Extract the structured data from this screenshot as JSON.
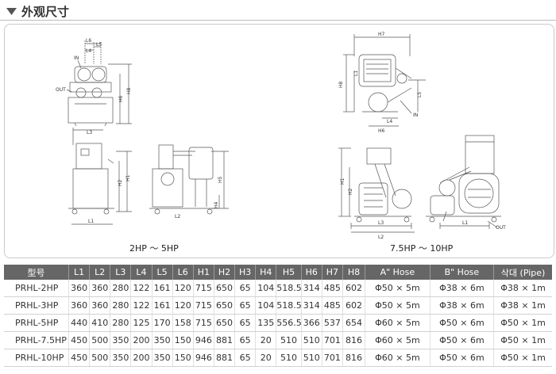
{
  "header": {
    "title": "外观尺寸"
  },
  "figure": {
    "left_caption": "2HP ～ 5HP",
    "right_caption": "7.5HP ～ 10HP",
    "labels": {
      "L6": "L6",
      "L4": "L4",
      "L5": "L5",
      "L3": "L3",
      "L1": "L1",
      "L2": "L2",
      "H1": "H1",
      "H2": "H2",
      "H3": "H3",
      "H4": "H4",
      "H5": "H5",
      "H6": "H6",
      "H7": "H7",
      "H8": "H8",
      "IN": "IN",
      "OUT": "OUT"
    }
  },
  "table": {
    "headers": [
      "型号",
      "L1",
      "L2",
      "L3",
      "L4",
      "L5",
      "L6",
      "H1",
      "H2",
      "H3",
      "H4",
      "H5",
      "H6",
      "H7",
      "H8",
      "A\" Hose",
      "B\" Hose",
      "삭대 (Pipe)"
    ],
    "rows": [
      [
        "PRHL-2HP",
        "360",
        "360",
        "280",
        "122",
        "161",
        "120",
        "715",
        "650",
        "65",
        "104",
        "518.5",
        "314",
        "485",
        "602",
        "Φ50 × 5m",
        "Φ38 × 6m",
        "Φ38 × 1m"
      ],
      [
        "PRHL-3HP",
        "360",
        "360",
        "280",
        "122",
        "161",
        "120",
        "715",
        "650",
        "65",
        "104",
        "518.5",
        "314",
        "485",
        "602",
        "Φ50 × 5m",
        "Φ38 × 6m",
        "Φ38 × 1m"
      ],
      [
        "PRHL-5HP",
        "440",
        "410",
        "280",
        "125",
        "170",
        "158",
        "715",
        "650",
        "65",
        "135",
        "556.5",
        "366",
        "537",
        "654",
        "Φ60 × 5m",
        "Φ50 × 6m",
        "Φ50 × 1m"
      ],
      [
        "PRHL-7.5HP",
        "450",
        "500",
        "350",
        "200",
        "350",
        "150",
        "946",
        "881",
        "65",
        "20",
        "510",
        "510",
        "701",
        "816",
        "Φ60 × 5m",
        "Φ50 × 6m",
        "Φ50 × 1m"
      ],
      [
        "PRHL-10HP",
        "450",
        "500",
        "350",
        "200",
        "350",
        "150",
        "946",
        "881",
        "65",
        "20",
        "510",
        "510",
        "701",
        "816",
        "Φ60 × 5m",
        "Φ50 × 6m",
        "Φ50 × 1m"
      ]
    ]
  }
}
